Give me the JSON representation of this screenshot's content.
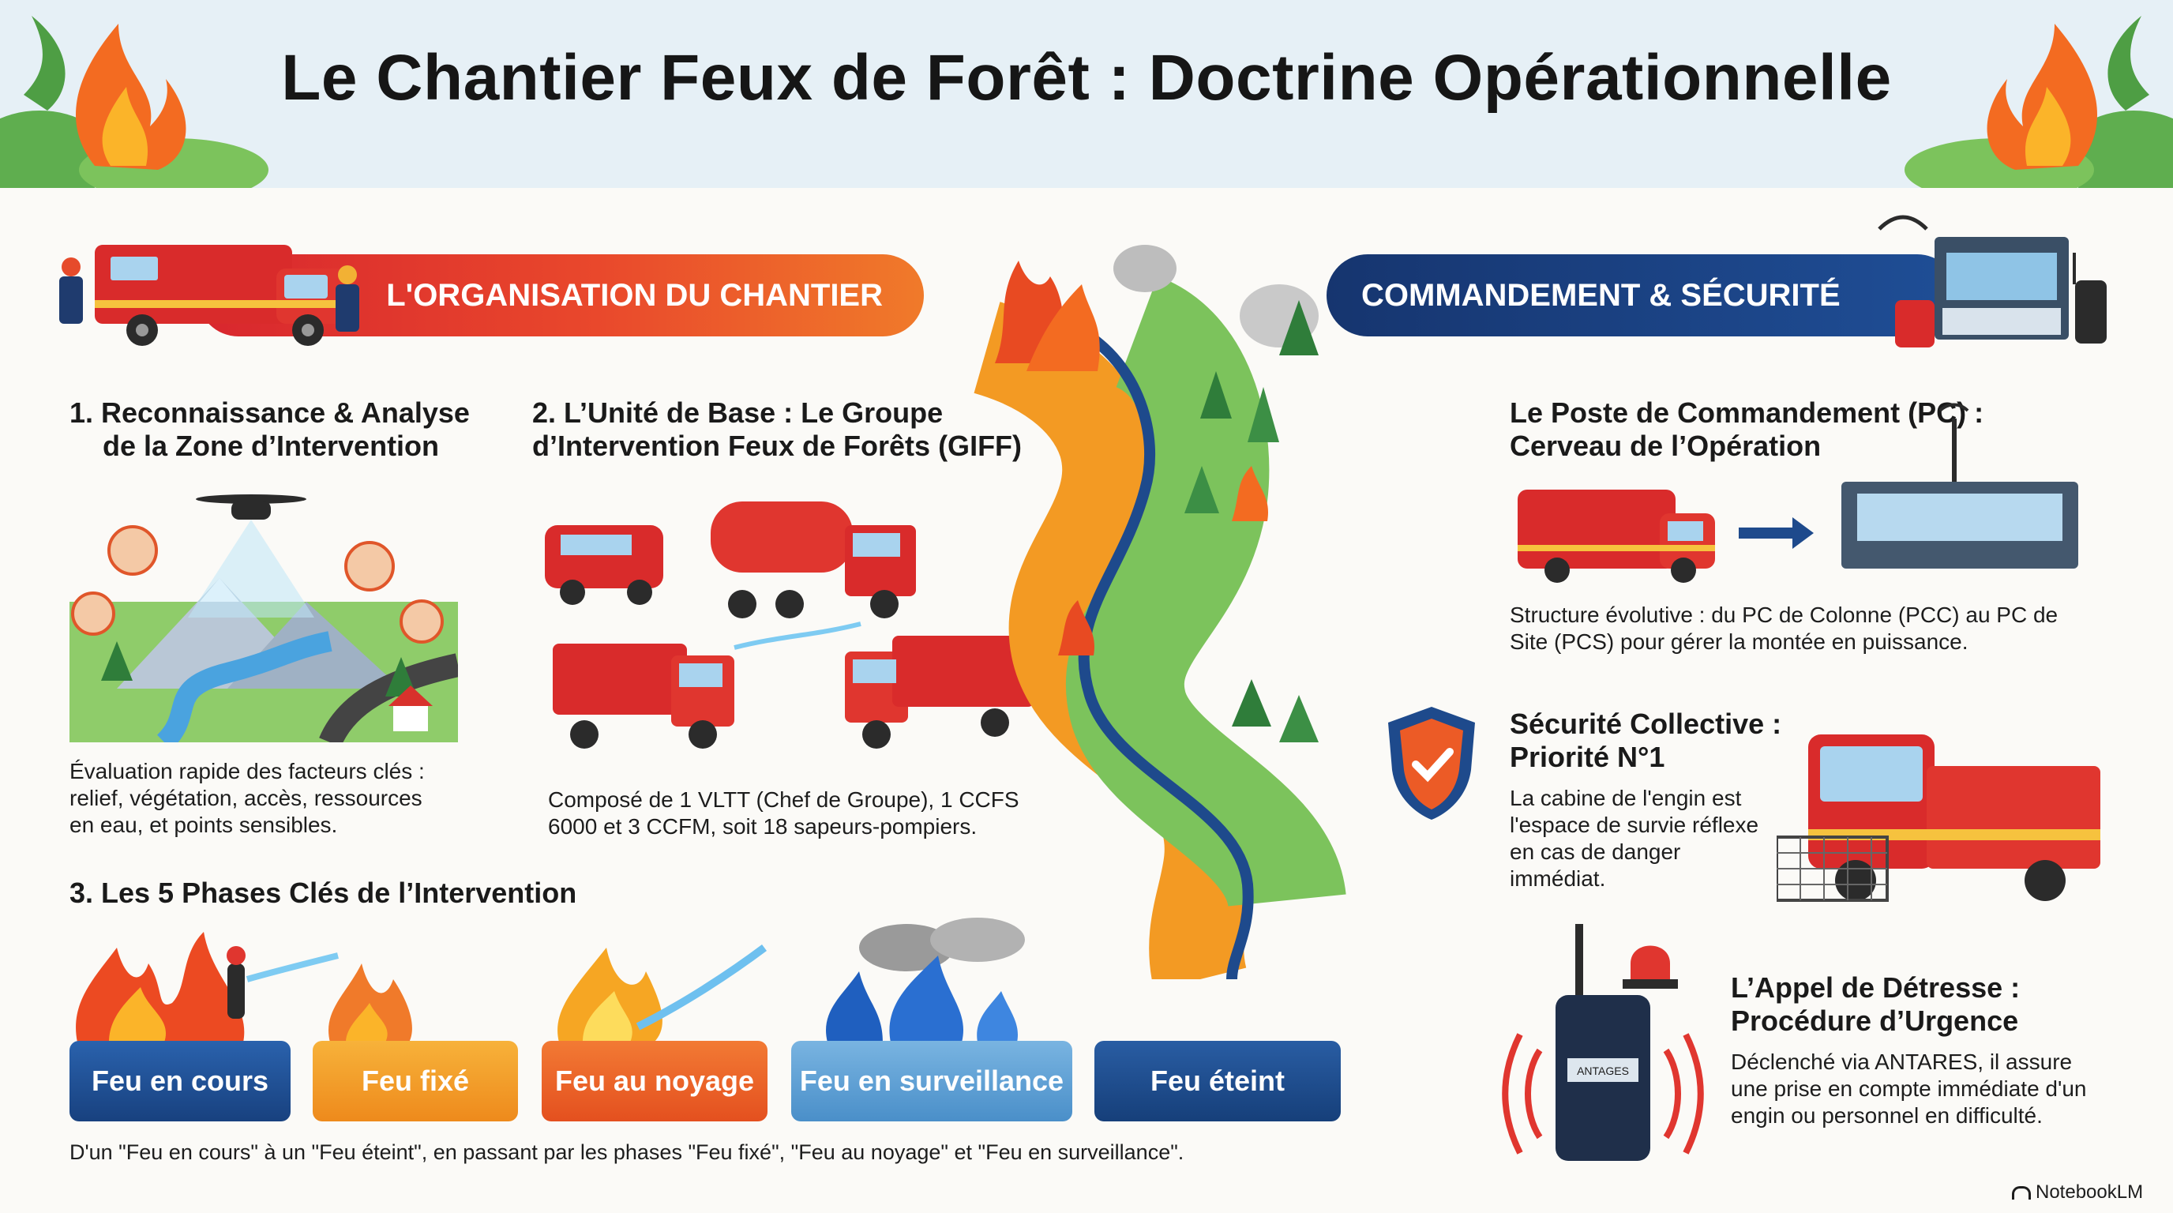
{
  "title": "Le Chantier Feux de Forêt : Doctrine Opérationnelle",
  "left": {
    "banner": "L'ORGANISATION DU CHANTIER",
    "section1": {
      "heading_line1": "1. Reconnaissance & Analyse",
      "heading_line2": "de la Zone d’Intervention",
      "text_line1": "Évaluation rapide des facteurs clés :",
      "text_line2": "relief, végétation, accès, ressources",
      "text_line3": "en eau, et points sensibles."
    },
    "section2": {
      "heading_line1": "2. L’Unité de Base : Le Groupe",
      "heading_line2": "d’Intervention Feux de Forêts (GIFF)",
      "text_line1": "Composé de 1 VLTT (Chef de Groupe), 1 CCFS",
      "text_line2": "6000 et 3 CCFM, soit 18 sapeurs-pompiers."
    },
    "section3": {
      "heading": "3. Les 5 Phases Clés de l’Intervention",
      "phases": [
        "Feu en cours",
        "Feu fixé",
        "Feu au noyage",
        "Feu en surveillance",
        "Feu éteint"
      ],
      "footnote": "D'un \"Feu en cours\" à un \"Feu éteint\", en passant par les phases \"Feu fixé\", \"Feu au noyage\" et \"Feu en surveillance\"."
    }
  },
  "right": {
    "banner": "COMMANDEMENT & SÉCURITÉ",
    "pc": {
      "heading_line1": "Le Poste de Commandement (PC) :",
      "heading_line2": "Cerveau de l’Opération",
      "text_line1": "Structure évolutive : du PC de Colonne (PCC) au PC de",
      "text_line2": "Site (PCS) pour gérer la montée en puissance."
    },
    "security": {
      "heading_line1": "Sécurité Collective :",
      "heading_line2": "Priorité N°1",
      "text_line1": "La cabine de l'engin est",
      "text_line2": "l'espace de survie réflexe",
      "text_line3": "en cas de danger",
      "text_line4": "immédiat."
    },
    "distress": {
      "heading_line1": "L’Appel de Détresse :",
      "heading_line2": "Procédure d’Urgence",
      "text_line1": "Déclenché via ANTARES, il assure",
      "text_line2": "une prise en compte immédiate d'un",
      "text_line3": "engin ou personnel en difficulté.",
      "radio_label": "ANTAGES"
    }
  },
  "branding": "NotebookLM",
  "colors": {
    "fire_red": "#d8262e",
    "fire_orange": "#f07a2a",
    "navy": "#16356f",
    "phase_cours": "#1f4e96",
    "phase_fixe": "#f39a23",
    "phase_noyage": "#ec5b26",
    "phase_surveillance": "#5c9fd3",
    "phase_eteint": "#1e4a8c"
  }
}
